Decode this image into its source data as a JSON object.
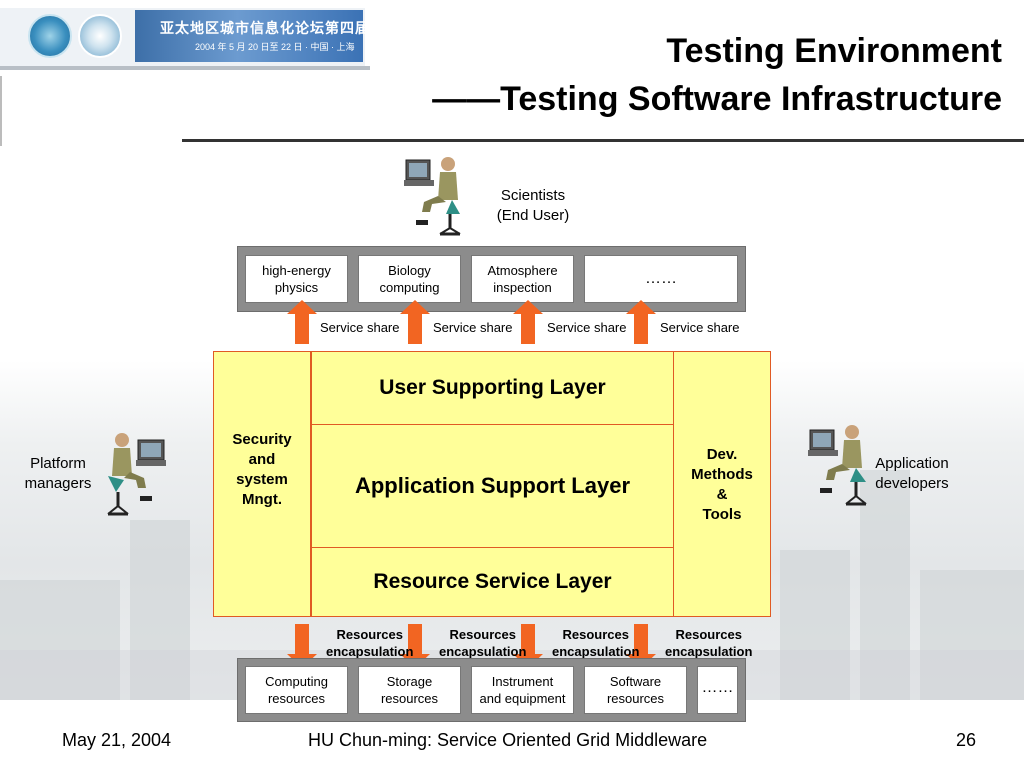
{
  "header": {
    "banner_title": "亚太地区城市信息化论坛第四届年会",
    "banner_sub": "2004 年 5 月 20 日至 22 日 · 中国 · 上海",
    "title_line1": "Testing Environment",
    "title_line2": "——Testing Software Infrastructure"
  },
  "users": {
    "scientists": "Scientists\n(End User)",
    "platform_managers": "Platform\nmanagers",
    "application_developers": "Application\ndevelopers"
  },
  "applications": [
    "high-energy\nphysics",
    "Biology\ncomputing",
    "Atmosphere\ninspection",
    "……"
  ],
  "service_share": [
    "Service share",
    "Service share",
    "Service share",
    "Service share"
  ],
  "layers": {
    "user_supporting": "User Supporting Layer",
    "application_support": "Application Support Layer",
    "resource_service": "Resource Service Layer",
    "security": "Security\nand\nsystem\nMngt.",
    "dev_methods": "Dev.\nMethods\n&\nTools"
  },
  "encapsulation": [
    "Resources\nencapsulation",
    "Resources\nencapsulation",
    "Resources\nencapsulation",
    "Resources\nencapsulation"
  ],
  "resources": [
    "Computing\nresources",
    "Storage\nresources",
    "Instrument\nand equipment",
    "Software\nresources",
    "……"
  ],
  "footer": {
    "date": "May 21, 2004",
    "author": "HU Chun-ming: Service Oriented Grid Middleware",
    "page": "26"
  },
  "colors": {
    "layer_fill": "#ffff99",
    "layer_border": "#e05a24",
    "arrow": "#f26522",
    "panel": "#8c8c8c"
  }
}
